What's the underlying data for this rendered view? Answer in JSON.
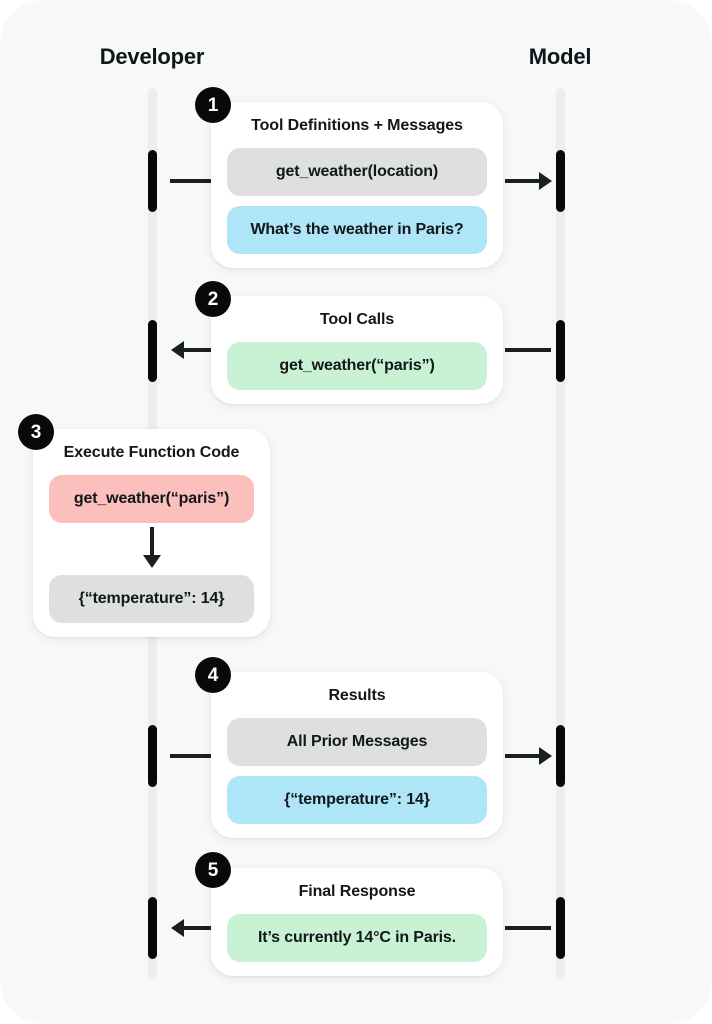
{
  "diagram": {
    "title_developer": "Developer",
    "title_model": "Model",
    "colors": {
      "background": "#f7f8f8",
      "card": "#ffffff",
      "lifeline": "#eceded",
      "activation": "#07090b",
      "arrow": "#1c1f22",
      "pill_grey": "#dedfdf",
      "pill_blue": "#aee5f7",
      "pill_green": "#c9f2d4",
      "pill_red": "#fbbfbc",
      "badge": "#07090b",
      "text": "#12171b"
    },
    "steps": [
      {
        "number": "1",
        "title": "Tool Definitions + Messages",
        "direction": "developer-to-model",
        "pills": [
          {
            "text": "get_weather(location)",
            "color": "grey"
          },
          {
            "text": "What’s the weather in Paris?",
            "color": "blue"
          }
        ]
      },
      {
        "number": "2",
        "title": "Tool Calls",
        "direction": "model-to-developer",
        "pills": [
          {
            "text": "get_weather(“paris”)",
            "color": "green"
          }
        ]
      },
      {
        "number": "3",
        "title": "Execute Function Code",
        "direction": "local",
        "pills": [
          {
            "text": "get_weather(“paris”)",
            "color": "red"
          },
          {
            "text": "{“temperature”: 14}",
            "color": "grey"
          }
        ]
      },
      {
        "number": "4",
        "title": "Results",
        "direction": "developer-to-model",
        "pills": [
          {
            "text": "All Prior Messages",
            "color": "grey"
          },
          {
            "text": "{“temperature”: 14}",
            "color": "blue"
          }
        ]
      },
      {
        "number": "5",
        "title": "Final Response",
        "direction": "model-to-developer",
        "pills": [
          {
            "text": "It’s currently 14°C in Paris.",
            "color": "green"
          }
        ]
      }
    ]
  }
}
